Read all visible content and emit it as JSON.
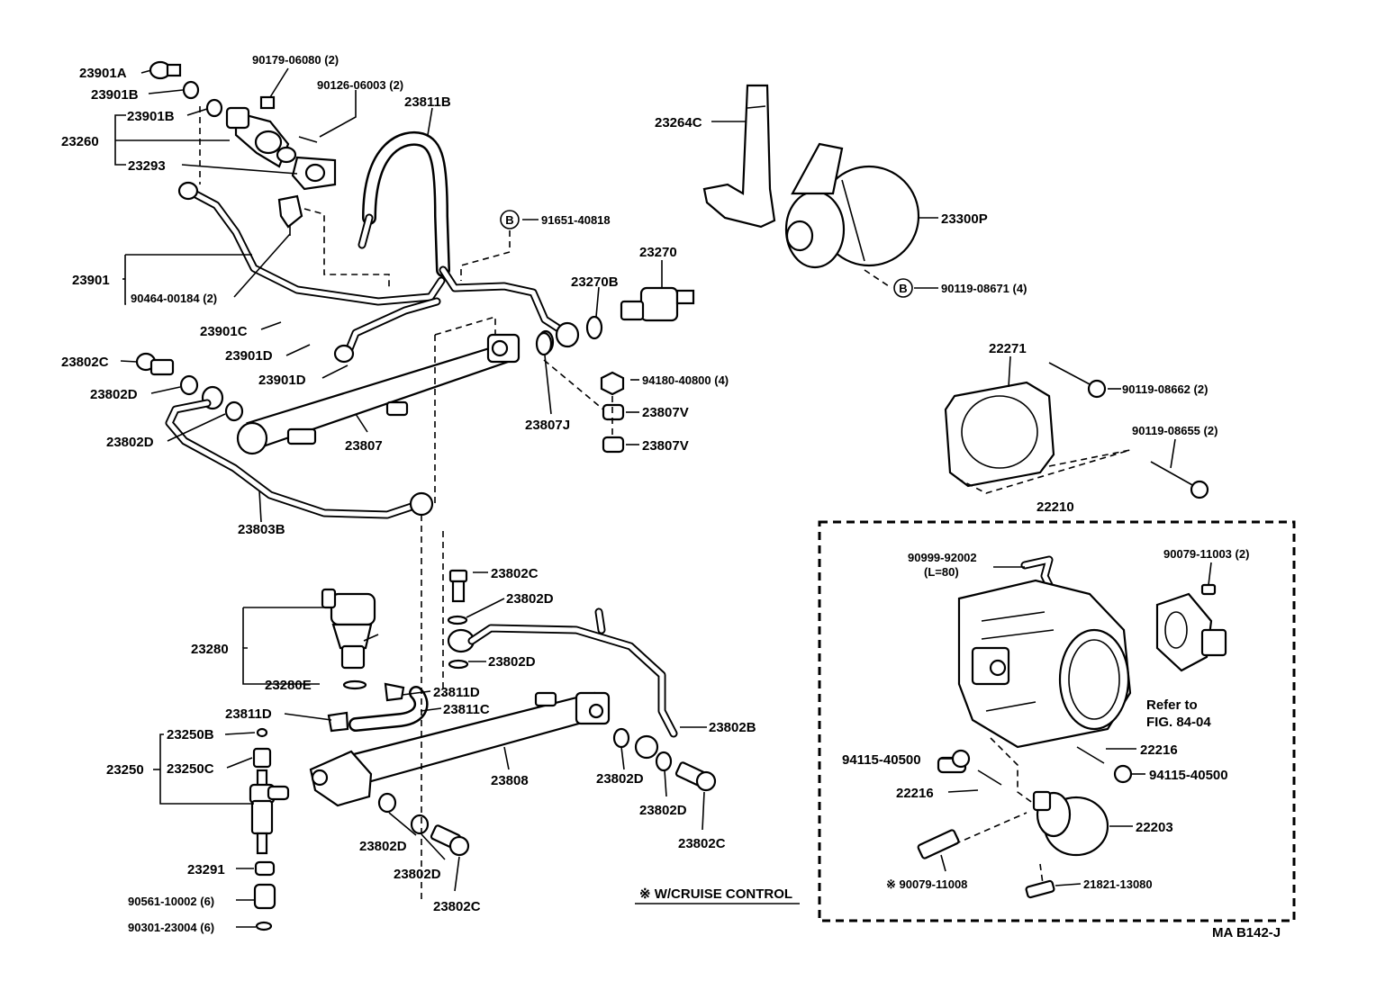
{
  "diagram_code": "MA  B142-J",
  "cruise_note": "※ W/CRUISE CONTROL",
  "throttle_group_label": "22210",
  "refer_text": [
    "Refer to",
    "FIG. 84-04"
  ],
  "labels": {
    "p23901A": "23901A",
    "p23901B_1": "23901B",
    "p23901B_2": "23901B",
    "p23260": "23260",
    "p23293": "23293",
    "p90179": "90179-06080 (2)",
    "p90126": "90126-06003 (2)",
    "p23811B": "23811B",
    "p23264C": "23264C",
    "p23300P": "23300P",
    "p91651": "91651-40818",
    "p23270": "23270",
    "p23270B": "23270B",
    "p90119_08671": "90119-08671 (4)",
    "p23901": "23901",
    "p90464": "90464-00184 (2)",
    "p23901C": "23901C",
    "p23901D_1": "23901D",
    "p23901D_2": "23901D",
    "p23802C_1": "23802C",
    "p23802D_1": "23802D",
    "p23802D_2": "23802D",
    "p23807": "23807",
    "p23807J": "23807J",
    "p94180": "94180-40800 (4)",
    "p23807V_1": "23807V",
    "p23807V_2": "23807V",
    "p22271": "22271",
    "p90119_08662": "90119-08662 (2)",
    "p90119_08655": "90119-08655 (2)",
    "p23803B": "23803B",
    "p23802C_2": "23802C",
    "p23802D_3": "23802D",
    "p23802D_4": "23802D",
    "p23280": "23280",
    "p23280E": "23280E",
    "p23811D_1": "23811D",
    "p23811D_2": "23811D",
    "p23811C": "23811C",
    "p23802B": "23802B",
    "p23250B": "23250B",
    "p23250": "23250",
    "p23250C": "23250C",
    "p23808": "23808",
    "p23802D_5": "23802D",
    "p23802D_6": "23802D",
    "p23802C_3": "23802C",
    "p23802D_7": "23802D",
    "p23802D_8": "23802D",
    "p23802C_4": "23802C",
    "p23291": "23291",
    "p90561": "90561-10002 (6)",
    "p90301": "90301-23004 (6)",
    "p90999": "90999-92002",
    "p90999_len": "(L=80)",
    "p90079_11003": "90079-11003 (2)",
    "p22216_1": "22216",
    "p94115_1": "94115-40500",
    "p94115_2": "94115-40500",
    "p22216_2": "22216",
    "p22203": "22203",
    "p90079_11008": "※ 90079-11008",
    "p21821": "21821-13080"
  },
  "markers": {
    "b1": "B",
    "b2": "B"
  }
}
